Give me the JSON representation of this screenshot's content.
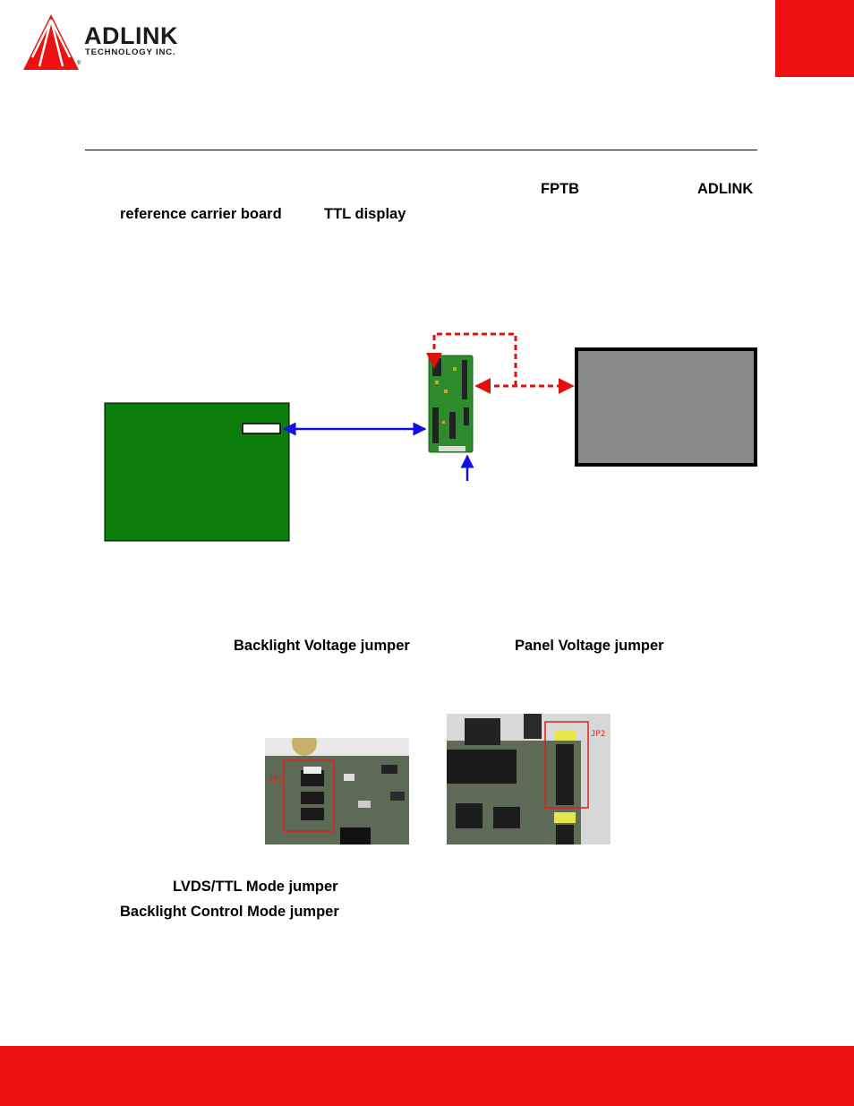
{
  "header": {
    "logo_word": "ADLINK",
    "logo_sub": "TECHNOLOGY INC.",
    "logo_mark": "®"
  },
  "intro": {
    "term_fptb": "FPTB",
    "term_adlink": "ADLINK",
    "term_carrier": "reference carrier board",
    "term_ttl": "TTL display"
  },
  "jumpers": {
    "backlight_voltage": "Backlight  Voltage  jumper",
    "panel_voltage": "Panel  Voltage  jumper",
    "lvds_ttl_mode": "LVDS/TTL Mode jumper",
    "backlight_control": "Backlight Control Mode jumper"
  },
  "photos": {
    "jp1_label": "JP1",
    "jp2_label": "JP2"
  },
  "colors": {
    "brand_red": "#ee1111",
    "board_green": "#0a7d0a",
    "arrow_blue": "#1010e0",
    "arrow_red": "#e01010",
    "panel_gray": "#8a8a8a"
  }
}
